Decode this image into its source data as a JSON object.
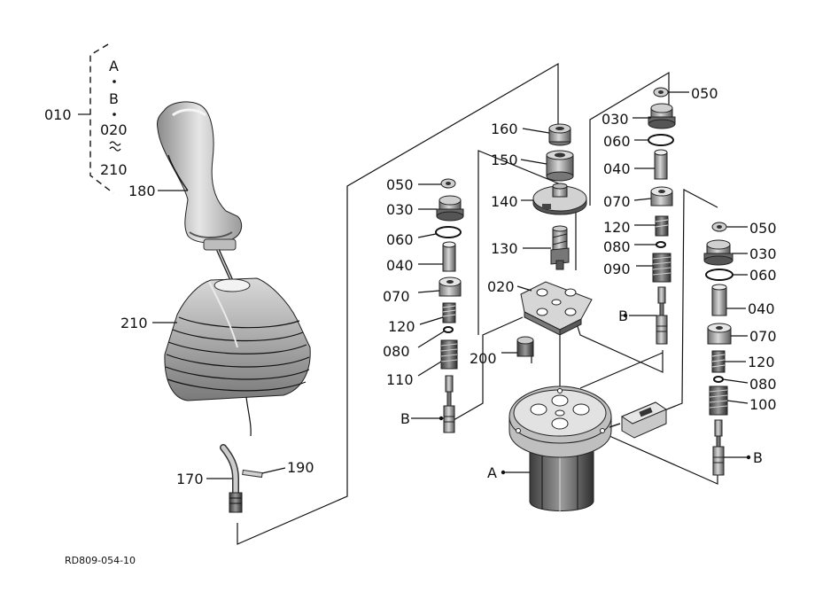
{
  "diagram": {
    "drawing_code": "RD809-054-10",
    "group_label": "010",
    "group_items": [
      "A",
      "B",
      "020",
      "210"
    ],
    "ref_a": "A",
    "ref_b": "B",
    "parts": {
      "p180": "180",
      "p210": "210",
      "p170": "170",
      "p190": "190",
      "p160": "160",
      "p150": "150",
      "p140": "140",
      "p130": "130",
      "p020": "020",
      "p200": "200",
      "p050": "050",
      "p030": "030",
      "p060": "060",
      "p040": "040",
      "p070": "070",
      "p120": "120",
      "p080": "080",
      "p090": "090",
      "p100": "100",
      "p110": "110"
    }
  }
}
